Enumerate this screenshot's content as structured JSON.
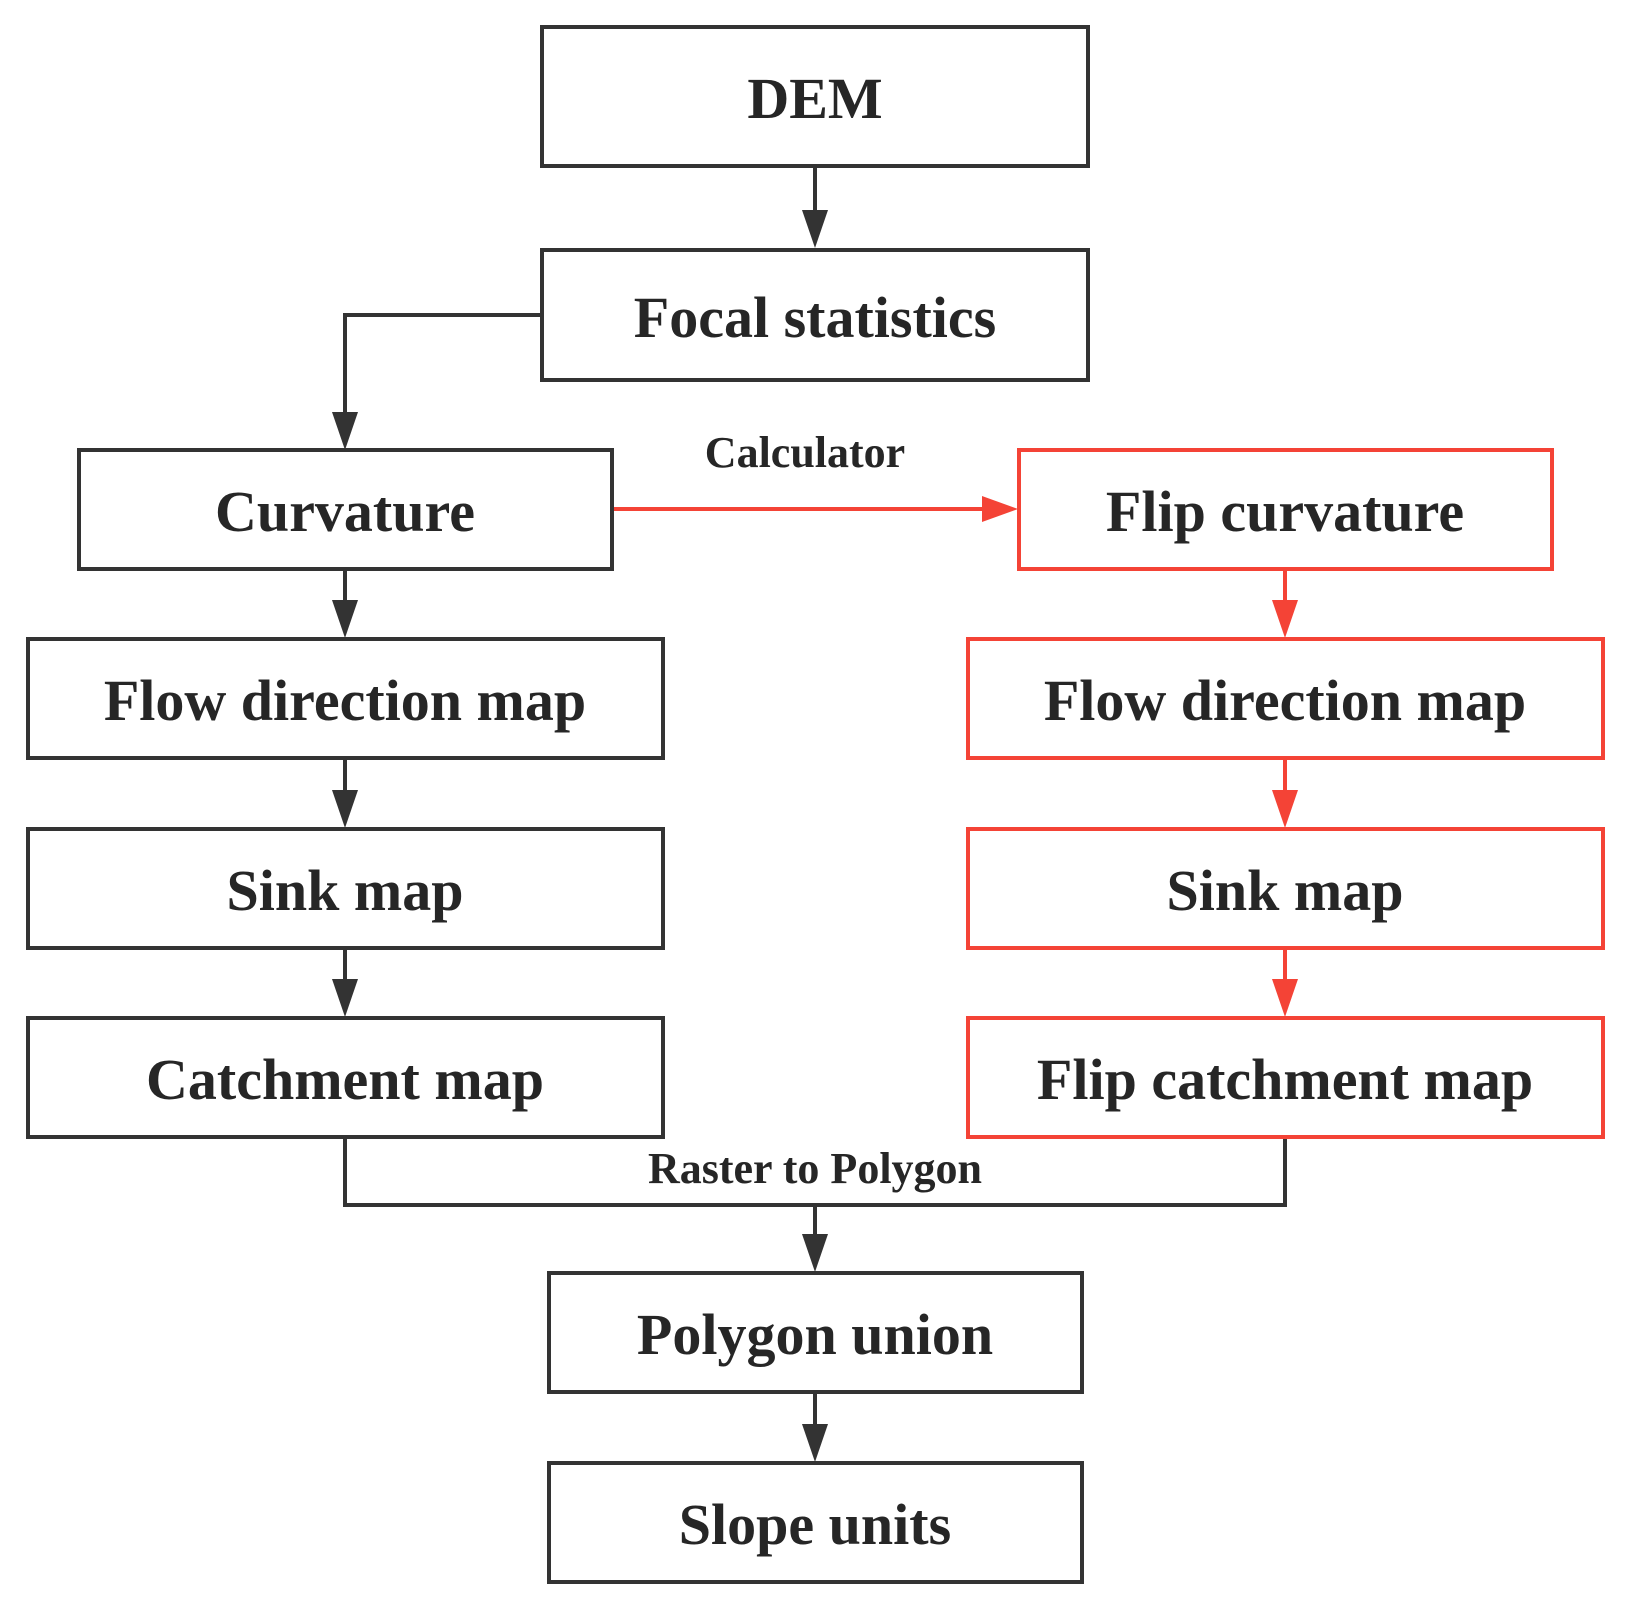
{
  "colors": {
    "main": "#333333",
    "flip": "#f44336",
    "text": "#262626"
  },
  "nodes": {
    "dem": "DEM",
    "focal_statistics": "Focal statistics",
    "curvature": "Curvature",
    "flow_direction_map": "Flow direction map",
    "sink_map": "Sink map",
    "catchment_map": "Catchment map",
    "flip_curvature": "Flip curvature",
    "flip_flow_direction_map": "Flow direction map",
    "flip_sink_map": "Sink map",
    "flip_catchment_map": "Flip catchment map",
    "polygon_union": "Polygon union",
    "slope_units": "Slope units"
  },
  "edge_labels": {
    "calculator": "Calculator",
    "raster_to_polygon": "Raster to Polygon"
  }
}
